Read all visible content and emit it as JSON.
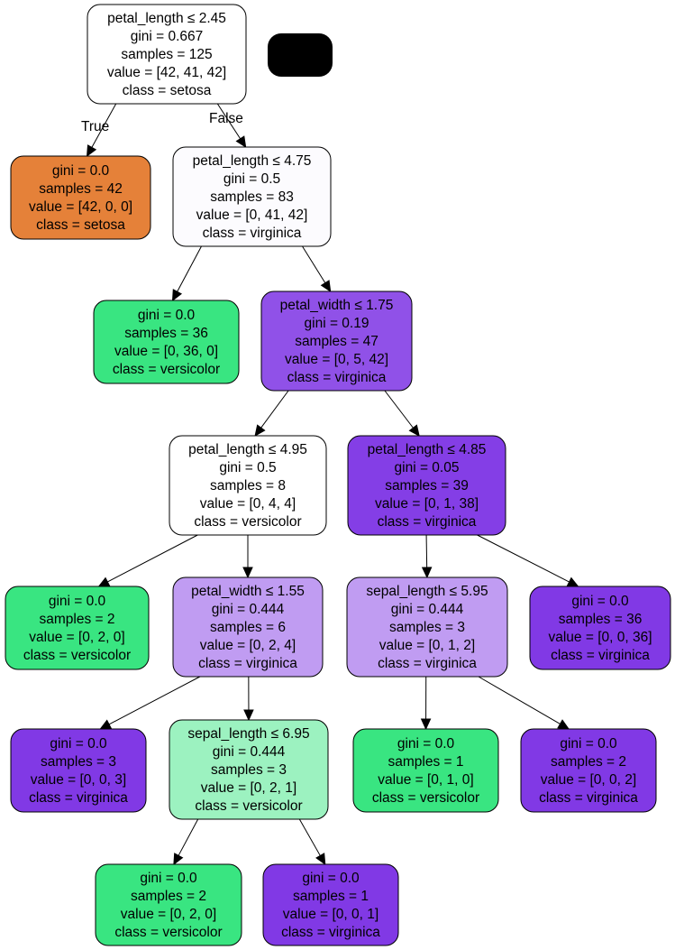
{
  "tree": {
    "nodes": [
      {
        "id": "n0",
        "lines": [
          "petal_length ≤ 2.45",
          "gini = 0.667",
          "samples = 125",
          "value = [42, 41, 42]",
          "class = setosa"
        ],
        "fill": "#ffffff"
      },
      {
        "id": "n1",
        "lines": [
          "gini = 0.0",
          "samples = 42",
          "value = [42, 0, 0]",
          "class = setosa"
        ],
        "fill": "#e58139"
      },
      {
        "id": "n2",
        "lines": [
          "petal_length ≤ 4.75",
          "gini = 0.5",
          "samples = 83",
          "value = [0, 41, 42]",
          "class = virginica"
        ],
        "fill": "#fcfbfe"
      },
      {
        "id": "n3",
        "lines": [
          "gini = 0.0",
          "samples = 36",
          "value = [0, 36, 0]",
          "class = versicolor"
        ],
        "fill": "#39e581"
      },
      {
        "id": "n4",
        "lines": [
          "petal_width ≤ 1.75",
          "gini = 0.19",
          "samples = 47",
          "value = [0, 5, 42]",
          "class = virginica"
        ],
        "fill": "#9051e8"
      },
      {
        "id": "n5",
        "lines": [
          "petal_length ≤ 4.95",
          "gini = 0.5",
          "samples = 8",
          "value = [0, 4, 4]",
          "class = versicolor"
        ],
        "fill": "#ffffff"
      },
      {
        "id": "n6",
        "lines": [
          "petal_length ≤ 4.85",
          "gini = 0.05",
          "samples = 39",
          "value = [0, 1, 38]",
          "class = virginica"
        ],
        "fill": "#843ee6"
      },
      {
        "id": "n7",
        "lines": [
          "gini = 0.0",
          "samples = 2",
          "value = [0, 2, 0]",
          "class = versicolor"
        ],
        "fill": "#39e581"
      },
      {
        "id": "n8",
        "lines": [
          "petal_width ≤ 1.55",
          "gini = 0.444",
          "samples = 6",
          "value = [0, 2, 4]",
          "class = virginica"
        ],
        "fill": "#c09cf2"
      },
      {
        "id": "n9",
        "lines": [
          "sepal_length ≤ 5.95",
          "gini = 0.444",
          "samples = 3",
          "value = [0, 1, 2]",
          "class = virginica"
        ],
        "fill": "#c09cf2"
      },
      {
        "id": "n10",
        "lines": [
          "gini = 0.0",
          "samples = 36",
          "value = [0, 0, 36]",
          "class = virginica"
        ],
        "fill": "#8139e5"
      },
      {
        "id": "n11",
        "lines": [
          "gini = 0.0",
          "samples = 3",
          "value = [0, 0, 3]",
          "class = virginica"
        ],
        "fill": "#8139e5"
      },
      {
        "id": "n12",
        "lines": [
          "sepal_length ≤ 6.95",
          "gini = 0.444",
          "samples = 3",
          "value = [0, 2, 1]",
          "class = versicolor"
        ],
        "fill": "#9cf2c0"
      },
      {
        "id": "n13",
        "lines": [
          "gini = 0.0",
          "samples = 1",
          "value = [0, 1, 0]",
          "class = versicolor"
        ],
        "fill": "#39e581"
      },
      {
        "id": "n14",
        "lines": [
          "gini = 0.0",
          "samples = 2",
          "value = [0, 0, 2]",
          "class = virginica"
        ],
        "fill": "#8139e5"
      },
      {
        "id": "n15",
        "lines": [
          "gini = 0.0",
          "samples = 2",
          "value = [0, 2, 0]",
          "class = versicolor"
        ],
        "fill": "#39e581"
      },
      {
        "id": "n16",
        "lines": [
          "gini = 0.0",
          "samples = 1",
          "value = [0, 0, 1]",
          "class = virginica"
        ],
        "fill": "#8139e5"
      }
    ],
    "edges": [
      {
        "from": "n0",
        "to": "n1",
        "label": "True"
      },
      {
        "from": "n0",
        "to": "n2",
        "label": "False"
      },
      {
        "from": "n2",
        "to": "n3",
        "label": ""
      },
      {
        "from": "n2",
        "to": "n4",
        "label": ""
      },
      {
        "from": "n4",
        "to": "n5",
        "label": ""
      },
      {
        "from": "n4",
        "to": "n6",
        "label": ""
      },
      {
        "from": "n5",
        "to": "n7",
        "label": ""
      },
      {
        "from": "n5",
        "to": "n8",
        "label": ""
      },
      {
        "from": "n6",
        "to": "n9",
        "label": ""
      },
      {
        "from": "n6",
        "to": "n10",
        "label": ""
      },
      {
        "from": "n8",
        "to": "n11",
        "label": ""
      },
      {
        "from": "n8",
        "to": "n12",
        "label": ""
      },
      {
        "from": "n9",
        "to": "n13",
        "label": ""
      },
      {
        "from": "n9",
        "to": "n14",
        "label": ""
      },
      {
        "from": "n12",
        "to": "n15",
        "label": ""
      },
      {
        "from": "n12",
        "to": "n16",
        "label": ""
      }
    ]
  }
}
